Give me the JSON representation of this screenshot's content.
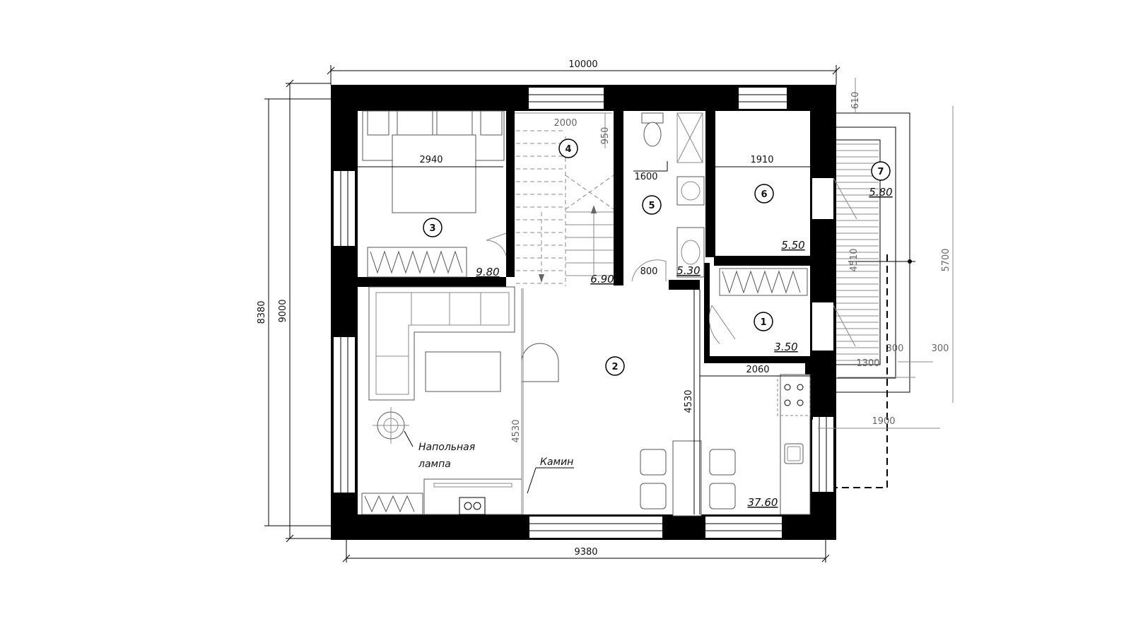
{
  "dimensions": {
    "top_width": "10000",
    "bottom_width": "9380",
    "left_outer": "8380",
    "left_inner": "9000",
    "bedroom_width": "2940",
    "stair_width": "2000",
    "stair_depth": "950",
    "bath_width": "1600",
    "door_width": "800",
    "room6_width": "1910",
    "kitchen_width": "2060",
    "living_depth_left": "4530",
    "living_depth_right": "4530",
    "terrace_top": "610",
    "terrace_height": "5700",
    "terrace_inner": "4510",
    "terrace_width": "1900",
    "terrace_step": "1300",
    "terrace_offset_a": "300",
    "terrace_offset_b": "300"
  },
  "rooms": [
    {
      "number": "1",
      "area": "3.50"
    },
    {
      "number": "2",
      "area": "37.60"
    },
    {
      "number": "3",
      "area": "9.80"
    },
    {
      "number": "4",
      "area": "6.90"
    },
    {
      "number": "5",
      "area": "5.30"
    },
    {
      "number": "6",
      "area": "5.50"
    },
    {
      "number": "7",
      "area": "5.80"
    }
  ],
  "labels": {
    "lamp_line1": "Напольная",
    "lamp_line2": "лампа",
    "fireplace": "Камин"
  }
}
